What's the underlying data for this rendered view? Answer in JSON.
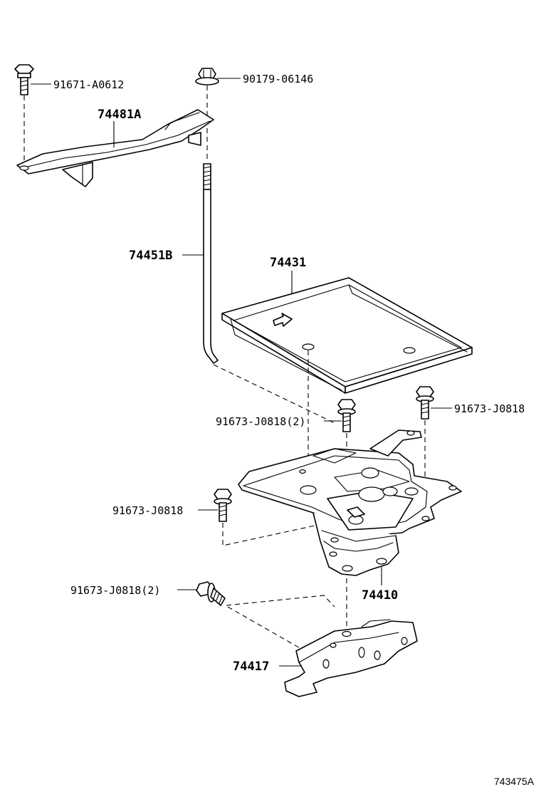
{
  "labels": {
    "bolt_top_left": "91671-A0612",
    "nut_top": "90179-06146",
    "hold_down_bracket": "74481A",
    "hold_down_rod": "74451B",
    "battery_tray": "74431",
    "bolt_center": "91673-J0818(2)",
    "bolt_right": "91673-J0818",
    "bolt_left": "91673-J0818",
    "bolt_lower": "91673-J0818(2)",
    "carrier": "74410",
    "stay": "74417"
  },
  "diagram_code": "743475A"
}
